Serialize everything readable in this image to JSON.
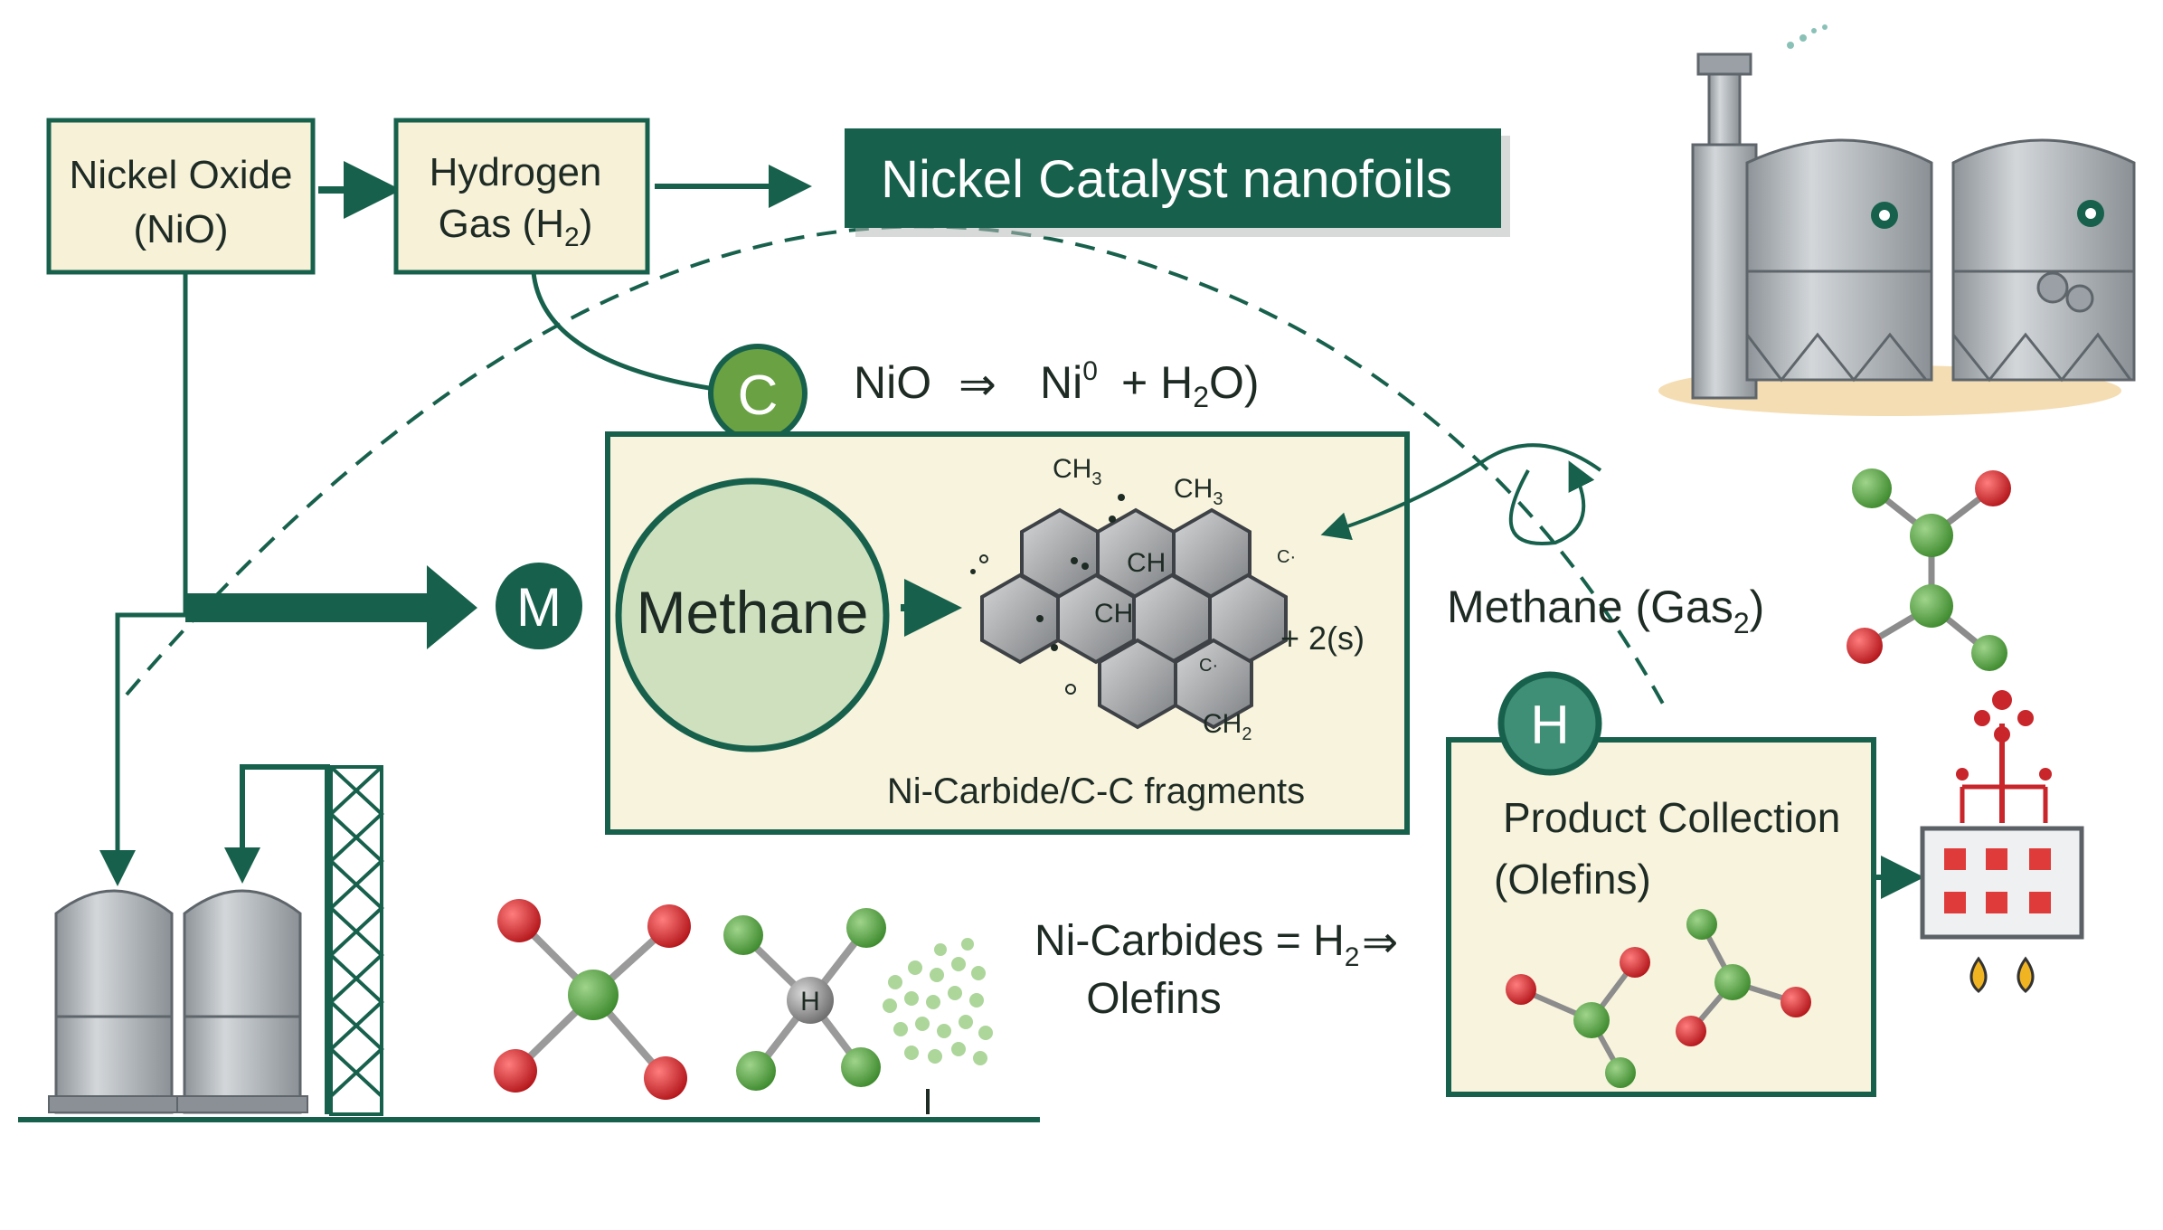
{
  "boxes": {
    "nickel_oxide": {
      "line1": "Nickel Oxide",
      "line2": "(NiO)"
    },
    "hydrogen_gas": {
      "line1": "Hydrogen",
      "line2_main": "Gas (H",
      "line2_sub": "2",
      "line2_end": ")"
    }
  },
  "banner": {
    "title": "Nickel Catalyst nanofoils"
  },
  "badges": {
    "c": "C",
    "m": "M",
    "h": "H"
  },
  "reaction": {
    "reactant": "NiO",
    "arrow": "⇒",
    "product_ni": "Ni",
    "product_ni_sup": "0",
    "product_rest_main": "+ H",
    "product_rest_sub": "2",
    "product_rest_end": "O)"
  },
  "methane_panel": {
    "circle_label": "Methane",
    "ch3_a_main": "CH",
    "ch3_a_sub": "3",
    "ch3_b_main": "CH",
    "ch3_b_sub": "3",
    "ch_a": "CH",
    "ch_b": "CH",
    "c_dot_a": "C·",
    "c_dot_b": "C·",
    "ch2_main": "CH",
    "ch2_sub": "2",
    "plus_s": "+ 2(s)",
    "caption": "Ni-Carbide/C-C fragments"
  },
  "methane_gas": {
    "main": "Methane (Gas",
    "sub": "2",
    "end": ")"
  },
  "product_panel": {
    "line1": "Product Collection",
    "line2": "(Olefins)"
  },
  "carbides_eq": {
    "line1_main": "Ni-Carbides = H",
    "line1_sub": "2",
    "arrow": "⇒",
    "line2": "Olefins"
  },
  "molecule_h_label": "H",
  "colors": {
    "dark_green": "#17614c",
    "mid_green": "#6aa143",
    "atom_green": "#4a9a3a",
    "atom_red": "#c8262a",
    "panel_fill": "#f7f3dd",
    "box_fill": "#f7f1d8",
    "steel": "#a9aeb3"
  }
}
